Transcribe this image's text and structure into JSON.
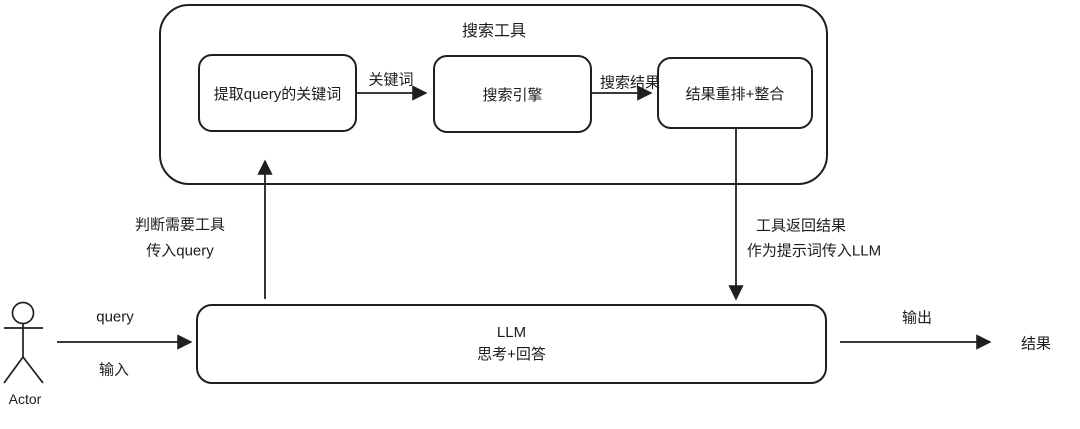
{
  "diagram": {
    "title": "搜索工具",
    "nodes": {
      "extract": "提取query的关键词",
      "engine": "搜索引擎",
      "rerank": "结果重排+整合",
      "llm_line1": "LLM",
      "llm_line2": "思考+回答",
      "actor": "Actor",
      "result": "结果"
    },
    "labels": {
      "keywords": "关键词",
      "search_results": "搜索结果",
      "need_tool_line1": "判断需要工具",
      "need_tool_line2": "传入query",
      "tool_return_line1": "工具返回结果",
      "tool_return_line2": "作为提示词传入LLM",
      "query": "query",
      "input": "输入",
      "output": "输出"
    },
    "colors": {
      "stroke": "#1f1f1f",
      "background": "#ffffff",
      "text": "#1c1c1c"
    }
  }
}
